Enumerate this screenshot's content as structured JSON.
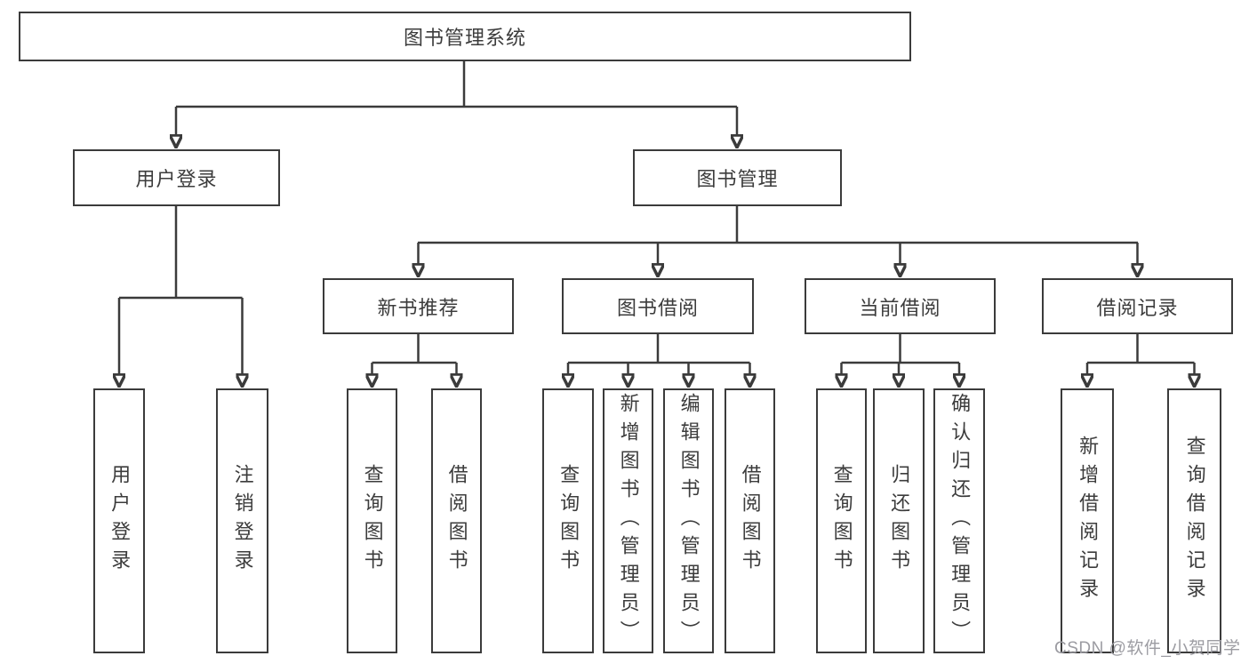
{
  "colors": {
    "line": "#3b3b3b",
    "text": "#3c3c3c",
    "watermark": "#9c9ca2",
    "bg": "#ffffff"
  },
  "watermark": {
    "text": "CSDN @软件_小贺同学"
  },
  "tree": {
    "label": "图书管理系统",
    "children": [
      {
        "label": "用户登录",
        "children": [
          {
            "label": "用户登录"
          },
          {
            "label": "注销登录"
          }
        ]
      },
      {
        "label": "图书管理",
        "children": [
          {
            "label": "新书推荐",
            "children": [
              {
                "label": "查询图书"
              },
              {
                "label": "借阅图书"
              }
            ]
          },
          {
            "label": "图书借阅",
            "children": [
              {
                "label": "查询图书"
              },
              {
                "label": "新增图书（管理员）"
              },
              {
                "label": "编辑图书（管理员）"
              },
              {
                "label": "借阅图书"
              }
            ]
          },
          {
            "label": "当前借阅",
            "children": [
              {
                "label": "查询图书"
              },
              {
                "label": "归还图书"
              },
              {
                "label": "确认归还（管理员）"
              }
            ]
          },
          {
            "label": "借阅记录",
            "children": [
              {
                "label": "新增借阅记录"
              },
              {
                "label": "查询借阅记录"
              }
            ]
          }
        ]
      }
    ]
  }
}
